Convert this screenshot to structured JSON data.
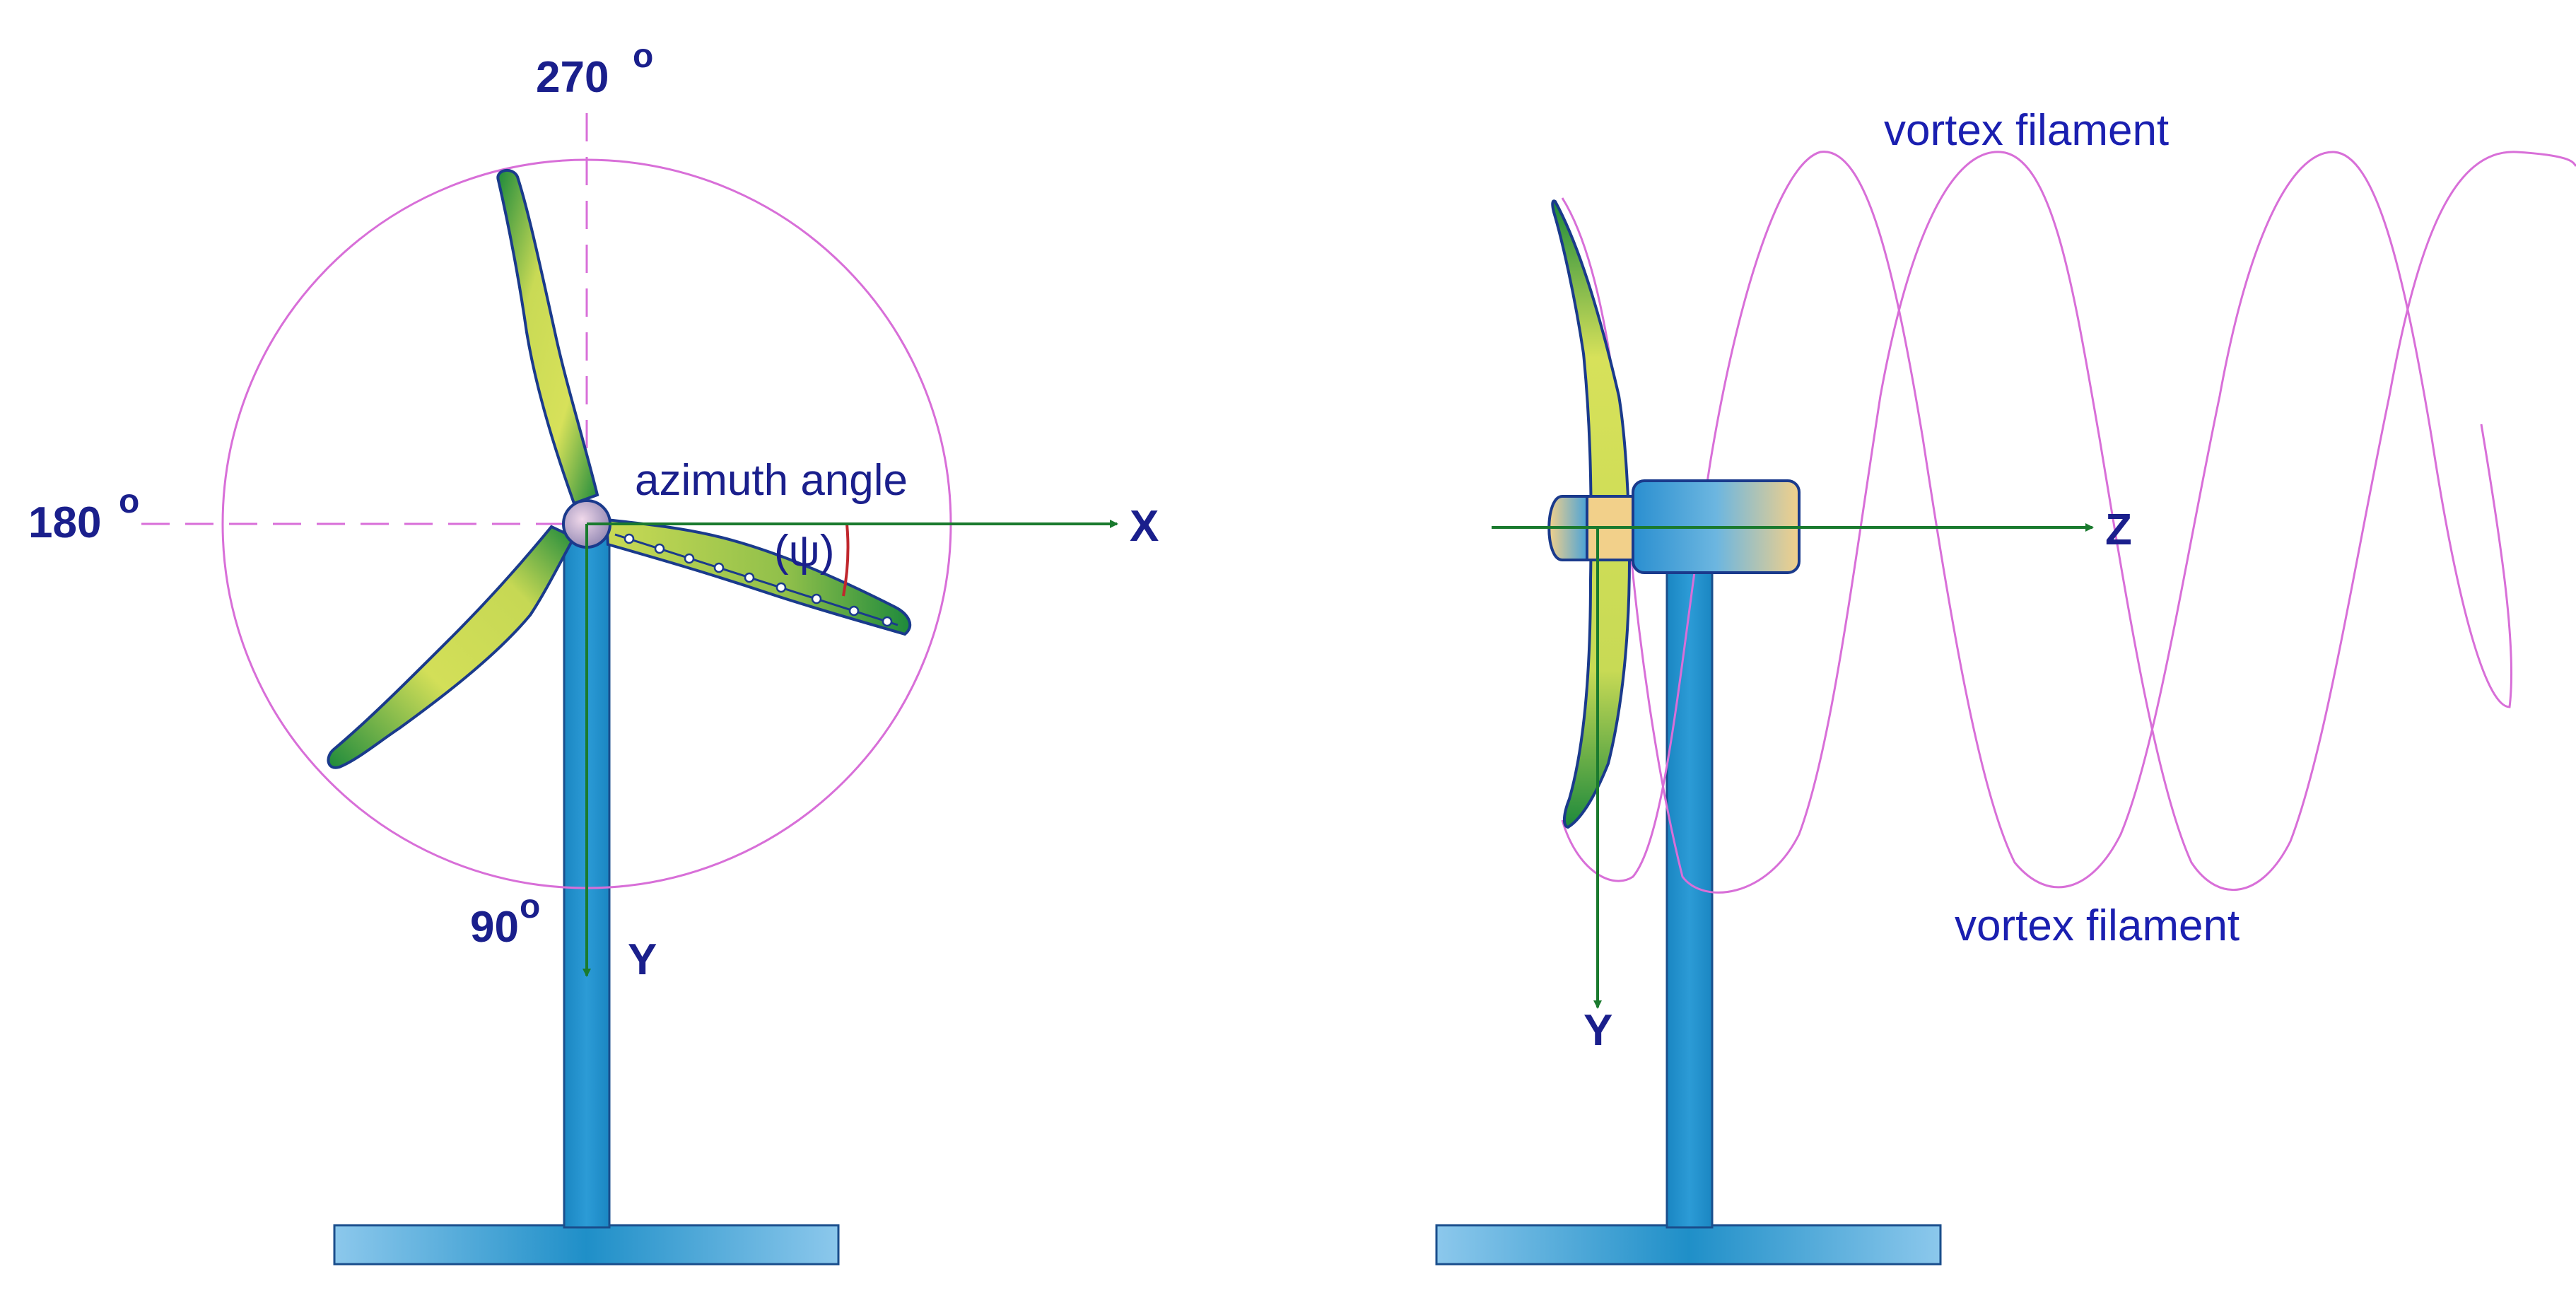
{
  "front_view": {
    "angle_270": "270",
    "angle_180": "180",
    "angle_90": "90",
    "degree_mark": "o",
    "axis_x": "X",
    "axis_y": "Y",
    "azimuth_label": "azimuth angle",
    "psi_label": "(ψ)"
  },
  "side_view": {
    "axis_z": "Z",
    "axis_y": "Y",
    "vortex_top": "vortex filament",
    "vortex_bottom": "vortex filament"
  },
  "colors": {
    "text": "#1a1f8c",
    "axis": "#1a7a2e",
    "rotor_circle": "#d86fd8",
    "vortex": "#d86fd8",
    "tower": "#1f8fc8",
    "blade_light": "#d7e15a",
    "blade_dark": "#1e8a3c",
    "psi_arc": "#c0262c"
  }
}
